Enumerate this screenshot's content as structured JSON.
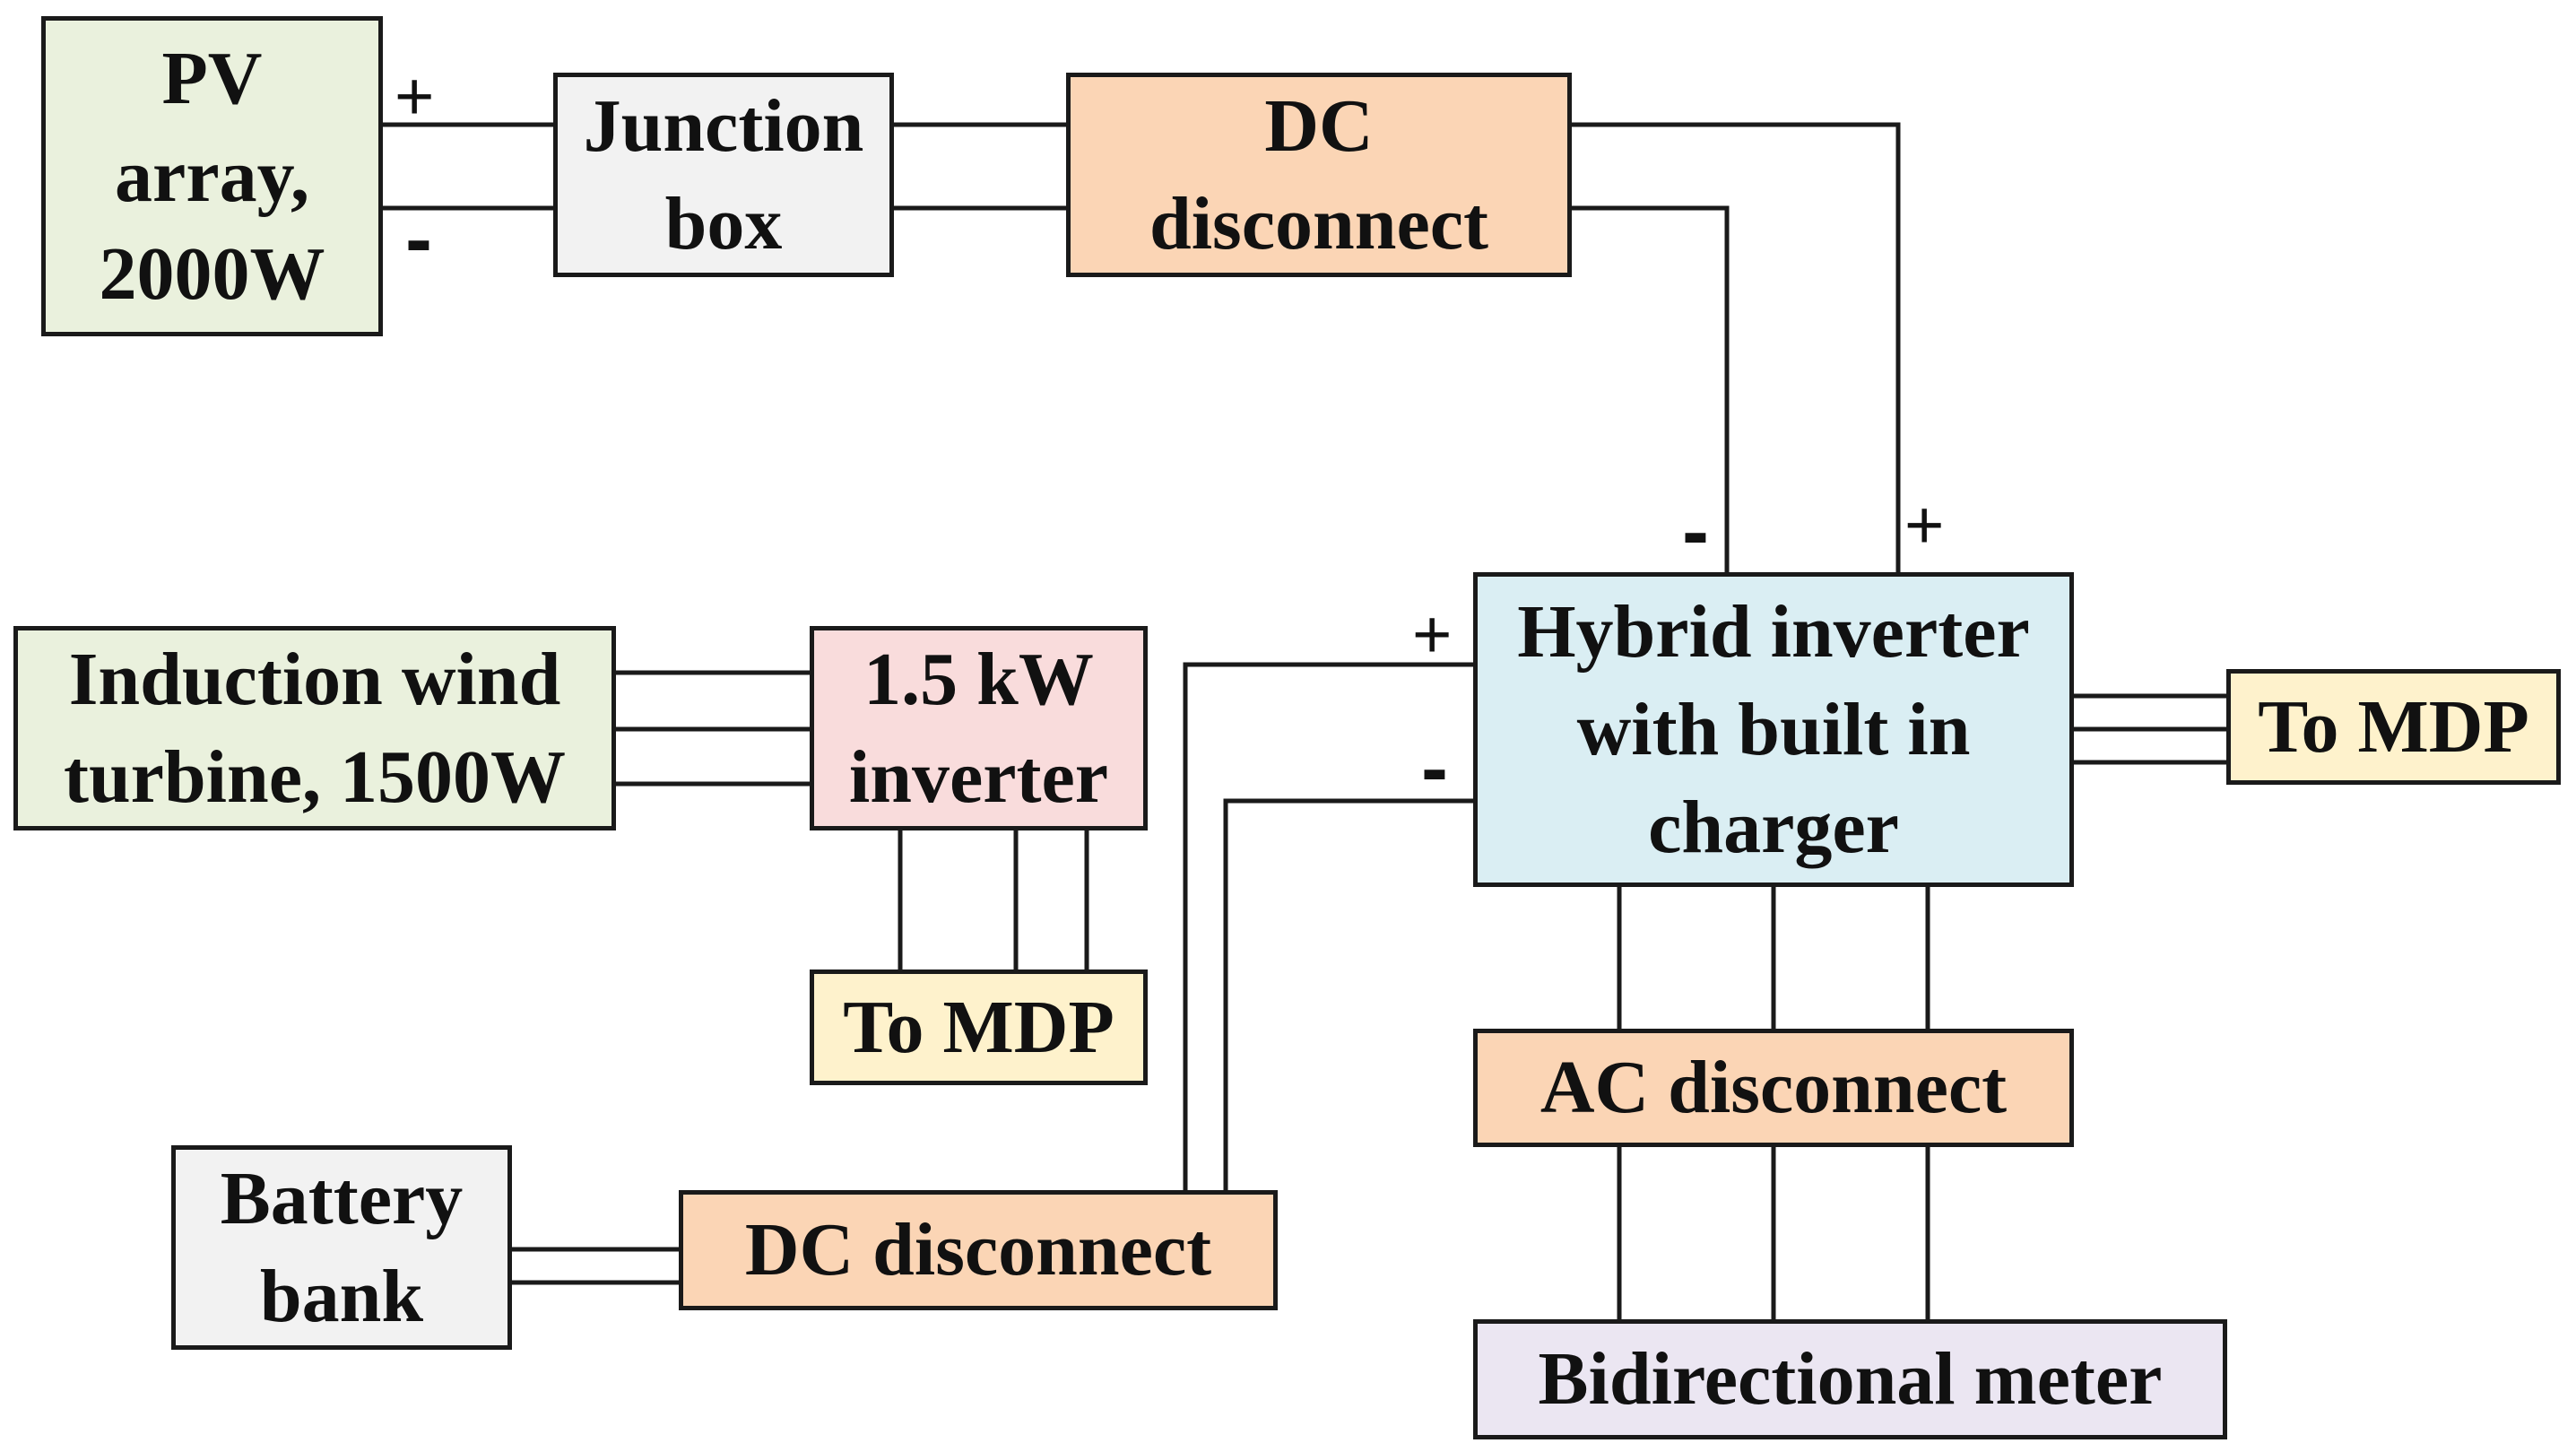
{
  "colors": {
    "green": "#eaf1dd",
    "gray": "#f2f2f2",
    "orange": "#fbd5b5",
    "pink": "#f9dcdc",
    "yellow": "#fef2cc",
    "blue": "#daeef3",
    "lavender": "#ebe6f2",
    "line": "#1a1a1a"
  },
  "blocks": {
    "pv_array": {
      "line1": "PV",
      "line2": "array,",
      "line3": "2000W"
    },
    "junction_box": {
      "line1": "Junction",
      "line2": "box"
    },
    "dc_disconnect_pv": {
      "line1": "DC",
      "line2": "disconnect"
    },
    "wind_turbine": {
      "line1": "Induction wind",
      "line2": "turbine, 1500W"
    },
    "wind_inverter": {
      "line1": "1.5 kW",
      "line2": "inverter"
    },
    "to_mdp_wind": {
      "label": "To MDP"
    },
    "hybrid_inverter": {
      "line1": "Hybrid inverter",
      "line2": "with built in",
      "line3": "charger"
    },
    "to_mdp_hybrid": {
      "label": "To MDP"
    },
    "ac_disconnect": {
      "label": "AC disconnect"
    },
    "bidirectional_meter": {
      "label": "Bidirectional meter"
    },
    "battery_bank": {
      "line1": "Battery",
      "line2": "bank"
    },
    "dc_disconnect_battery": {
      "label": "DC disconnect"
    }
  },
  "polarity": {
    "pv_plus": "+",
    "pv_minus": "-",
    "hybrid_top_minus": "-",
    "hybrid_top_plus": "+",
    "hybrid_left_plus": "+",
    "hybrid_left_minus": "-"
  }
}
